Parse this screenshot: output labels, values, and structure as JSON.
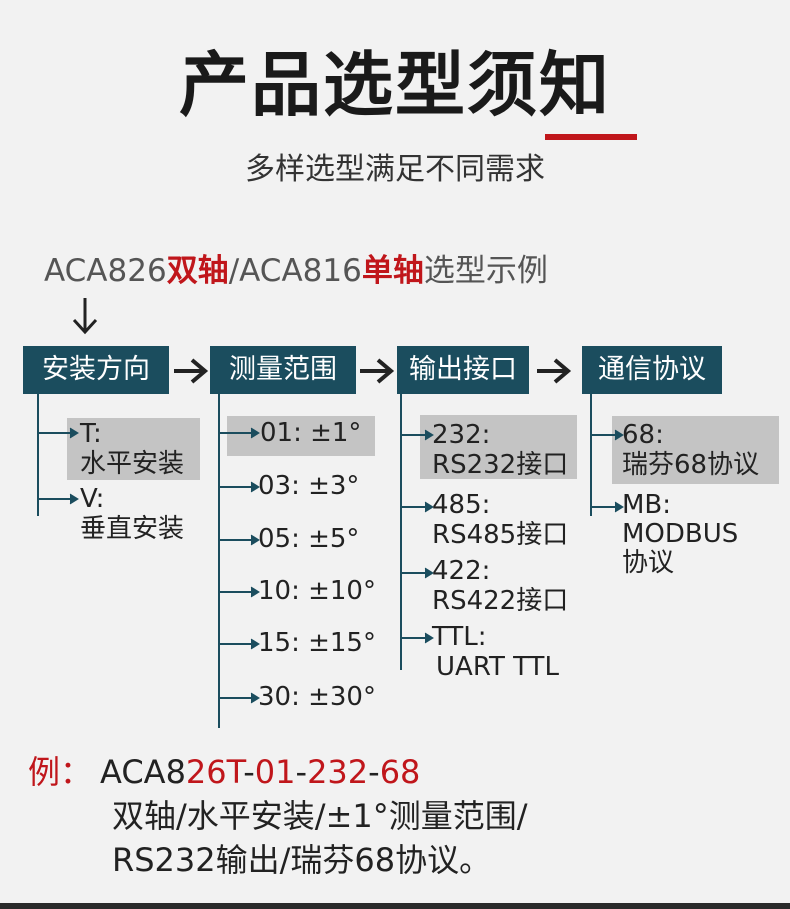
{
  "title": "产品选型须知",
  "subtitle": "多样选型满足不同需求",
  "example_heading": {
    "part1": "ACA826",
    "part2": "双轴",
    "part3": "/ACA816",
    "part4": "单轴",
    "part5": "选型示例"
  },
  "categories": [
    {
      "label": "安装方向",
      "options": [
        {
          "code": "T:",
          "desc": "水平安装",
          "highlighted": true
        },
        {
          "code": "V:",
          "desc": "垂直安装",
          "highlighted": false
        }
      ]
    },
    {
      "label": "测量范围",
      "options": [
        {
          "text": "01: ±1°",
          "highlighted": true
        },
        {
          "text": "03: ±3°",
          "highlighted": false
        },
        {
          "text": "05: ±5°",
          "highlighted": false
        },
        {
          "text": "10: ±10°",
          "highlighted": false
        },
        {
          "text": "15: ±15°",
          "highlighted": false
        },
        {
          "text": "30: ±30°",
          "highlighted": false
        }
      ]
    },
    {
      "label": "输出接口",
      "options": [
        {
          "code": "232:",
          "desc": "RS232接口",
          "highlighted": true
        },
        {
          "code": "485:",
          "desc": "RS485接口",
          "highlighted": false
        },
        {
          "code": "422:",
          "desc": "RS422接口",
          "highlighted": false
        },
        {
          "code": "TTL:",
          "desc": "UART TTL",
          "highlighted": false
        }
      ]
    },
    {
      "label": "通信协议",
      "options": [
        {
          "code": "68:",
          "desc": "瑞芬68协议",
          "highlighted": true
        },
        {
          "code": "MB:",
          "desc": "MODBUS",
          "desc2": "协议",
          "highlighted": false
        }
      ]
    }
  ],
  "example": {
    "label": "例：",
    "code": {
      "prefix": "ACA8",
      "axis": "26",
      "mount": "T",
      "sep1": "-",
      "range": "01",
      "sep2": "-",
      "iface": "232",
      "sep3": "-",
      "protocol": "68"
    },
    "line2": "双轴/水平安装/±1°测量范围/",
    "line3": "RS232输出/瑞芬68协议。"
  },
  "colors": {
    "accent": "#c0161b",
    "category_bg": "#1b4d5e",
    "highlight_bg": "#c4c4c4",
    "background": "#f2f2f2"
  }
}
